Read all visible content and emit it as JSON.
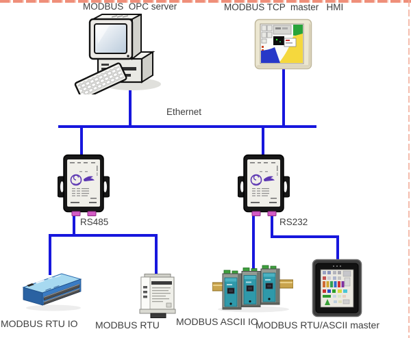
{
  "diagram": {
    "type": "network-topology",
    "bus": {
      "ethernet_label": "Ethernet",
      "rs485_label": "RS485",
      "rs232_label": "RS232"
    },
    "nodes": {
      "opc_server": {
        "label": "MODBUS  OPC server",
        "icon": "desktop-computer-icon"
      },
      "tcp_master_hmi": {
        "label": "MODBUS TCP  master   HMI",
        "icon": "hmi-panel-icon"
      },
      "gateway_left": {
        "icon": "modbus-gateway-icon",
        "port": "RS485"
      },
      "gateway_right": {
        "icon": "modbus-gateway-icon",
        "port": "RS232"
      },
      "rtu_io": {
        "label": "MODBUS RTU IO",
        "icon": "io-terminal-module-icon"
      },
      "rtu": {
        "label": "MODBUS RTU",
        "icon": "din-rail-converter-icon"
      },
      "ascii_io": {
        "label": "MODBUS ASCII IO",
        "icon": "din-rail-module-group-icon"
      },
      "rtu_ascii_master": {
        "label": "MODBUS RTU/ASCII master",
        "icon": "touch-panel-icon"
      }
    },
    "colors": {
      "bus_line": "#1717dd",
      "boundary_dash": "#ef8f7a",
      "label_text": "#3e3e3e",
      "background": "#ffffff"
    }
  }
}
